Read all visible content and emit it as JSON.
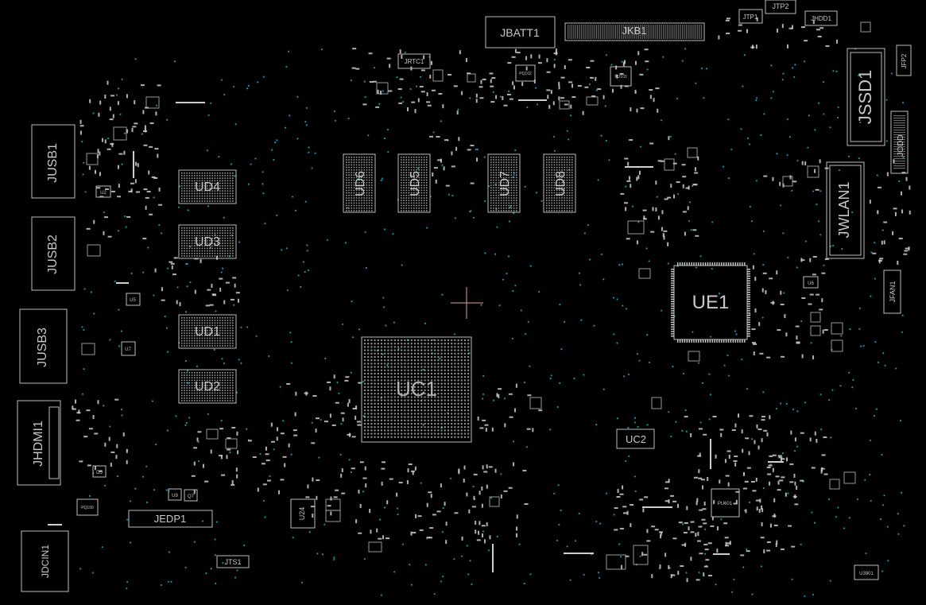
{
  "components": {
    "connectors": [
      {
        "ref": "JBATT1"
      },
      {
        "ref": "JKB1"
      },
      {
        "ref": "JTP1"
      },
      {
        "ref": "JTP2"
      },
      {
        "ref": "JHDD1"
      },
      {
        "ref": "JRTC1"
      },
      {
        "ref": "JSSD1"
      },
      {
        "ref": "JFP2"
      },
      {
        "ref": "JODD"
      },
      {
        "ref": "JWLAN1"
      },
      {
        "ref": "JFAN1"
      },
      {
        "ref": "JUSB1"
      },
      {
        "ref": "JUSB2"
      },
      {
        "ref": "JUSB3"
      },
      {
        "ref": "JHDMI1"
      },
      {
        "ref": "JDCIN1"
      },
      {
        "ref": "JEDP1"
      },
      {
        "ref": "JTS1"
      }
    ],
    "memory": [
      {
        "ref": "UD4"
      },
      {
        "ref": "UD3"
      },
      {
        "ref": "UD1"
      },
      {
        "ref": "UD2"
      },
      {
        "ref": "UD6"
      },
      {
        "ref": "UD5"
      },
      {
        "ref": "UD7"
      },
      {
        "ref": "UD8"
      }
    ],
    "ics": [
      {
        "ref": "UC1"
      },
      {
        "ref": "UE1"
      },
      {
        "ref": "UC2"
      },
      {
        "ref": "U24"
      },
      {
        "ref": "PU601"
      },
      {
        "ref": "U3901"
      },
      {
        "ref": "PQ102"
      },
      {
        "ref": "PU103"
      },
      {
        "ref": "PQ100"
      },
      {
        "ref": "U5"
      },
      {
        "ref": "U7"
      },
      {
        "ref": "U9"
      },
      {
        "ref": "U6"
      },
      {
        "ref": "U2"
      },
      {
        "ref": "Q7"
      },
      {
        "ref": "D5"
      }
    ]
  },
  "colors": {
    "background": "#000000",
    "outline": "#bdbdbd",
    "pad": "#cfcfcf",
    "via": "#1aa6b7",
    "crosshair": "#e6a0a0"
  }
}
